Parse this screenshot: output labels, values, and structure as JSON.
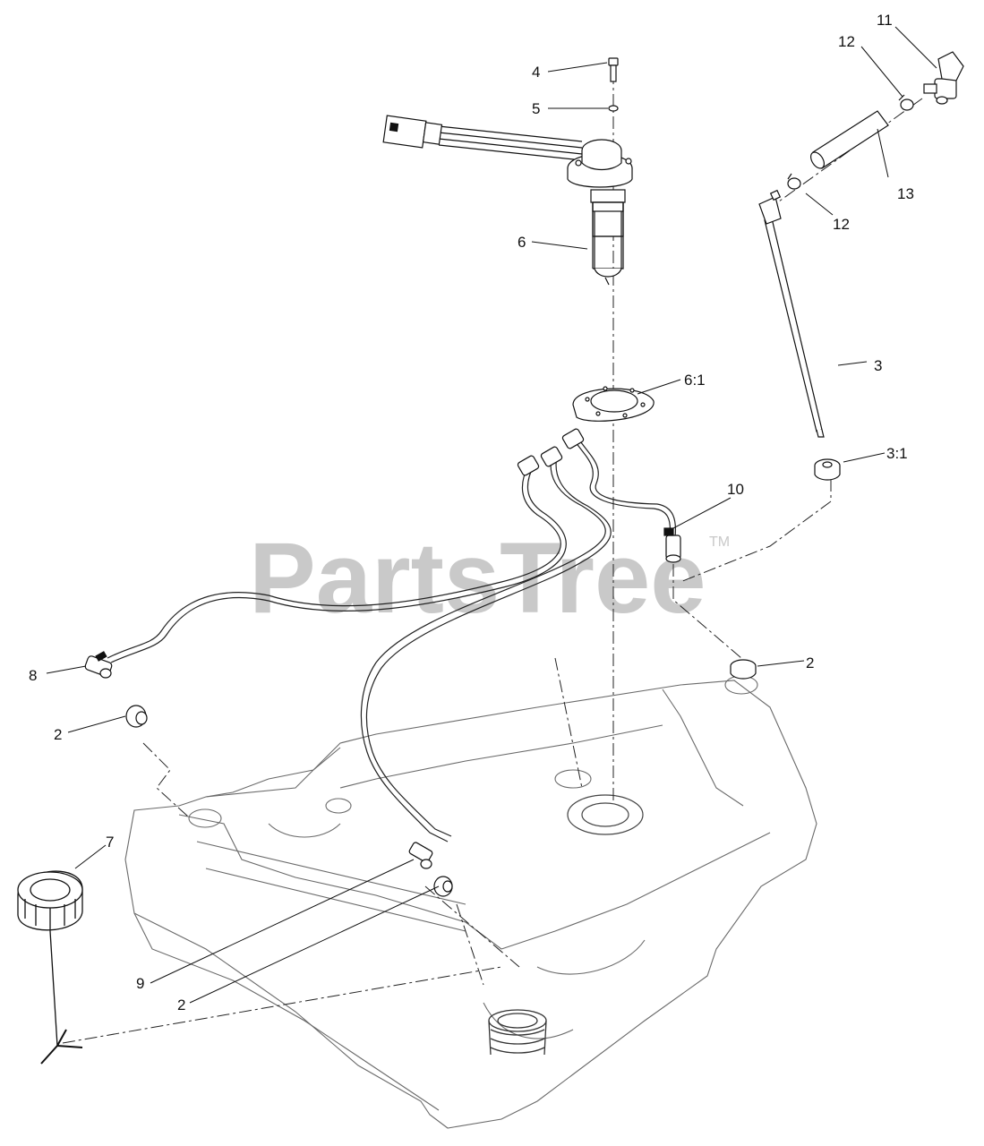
{
  "watermark": {
    "text": "PartsTree",
    "tm": "TM"
  },
  "callouts": {
    "c11": "11",
    "c12a": "12",
    "c4": "4",
    "c5": "5",
    "c13": "13",
    "c12b": "12",
    "c6": "6",
    "c3": "3",
    "c61": "6:1",
    "c31": "3:1",
    "c10": "10",
    "c8": "8",
    "c2a": "2",
    "c2b": "2",
    "c7": "7",
    "c9": "9",
    "c2c": "2"
  },
  "colors": {
    "line": "#1a1a1a",
    "tank": "#555555",
    "watermark": "#c9c9c9"
  }
}
